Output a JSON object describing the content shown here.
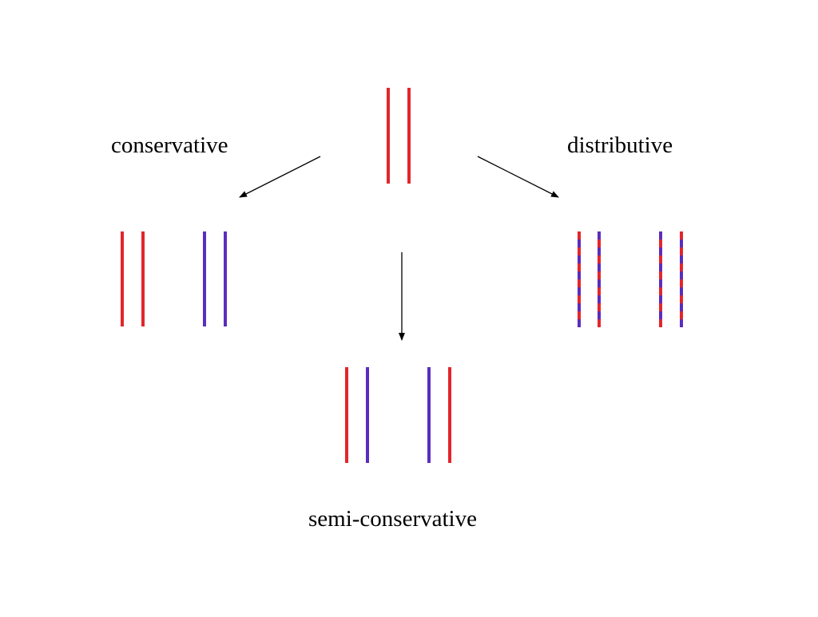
{
  "labels": {
    "conservative": "conservative",
    "distributive": "distributive",
    "semi_conservative": "semi-conservative"
  },
  "colors": {
    "parental_strand": "#e3262c",
    "new_strand": "#5a2dbf",
    "arrow": "#000000",
    "background": "#ffffff"
  },
  "models": {
    "parent": {
      "strands": [
        "old",
        "old"
      ]
    },
    "conservative": {
      "duplexes": [
        [
          "old",
          "old"
        ],
        [
          "new",
          "new"
        ]
      ]
    },
    "semi_conservative": {
      "duplexes": [
        [
          "old",
          "new"
        ],
        [
          "new",
          "old"
        ]
      ]
    },
    "distributive": {
      "duplexes": [
        [
          "mixed",
          "mixed"
        ],
        [
          "mixed",
          "mixed"
        ]
      ]
    }
  }
}
